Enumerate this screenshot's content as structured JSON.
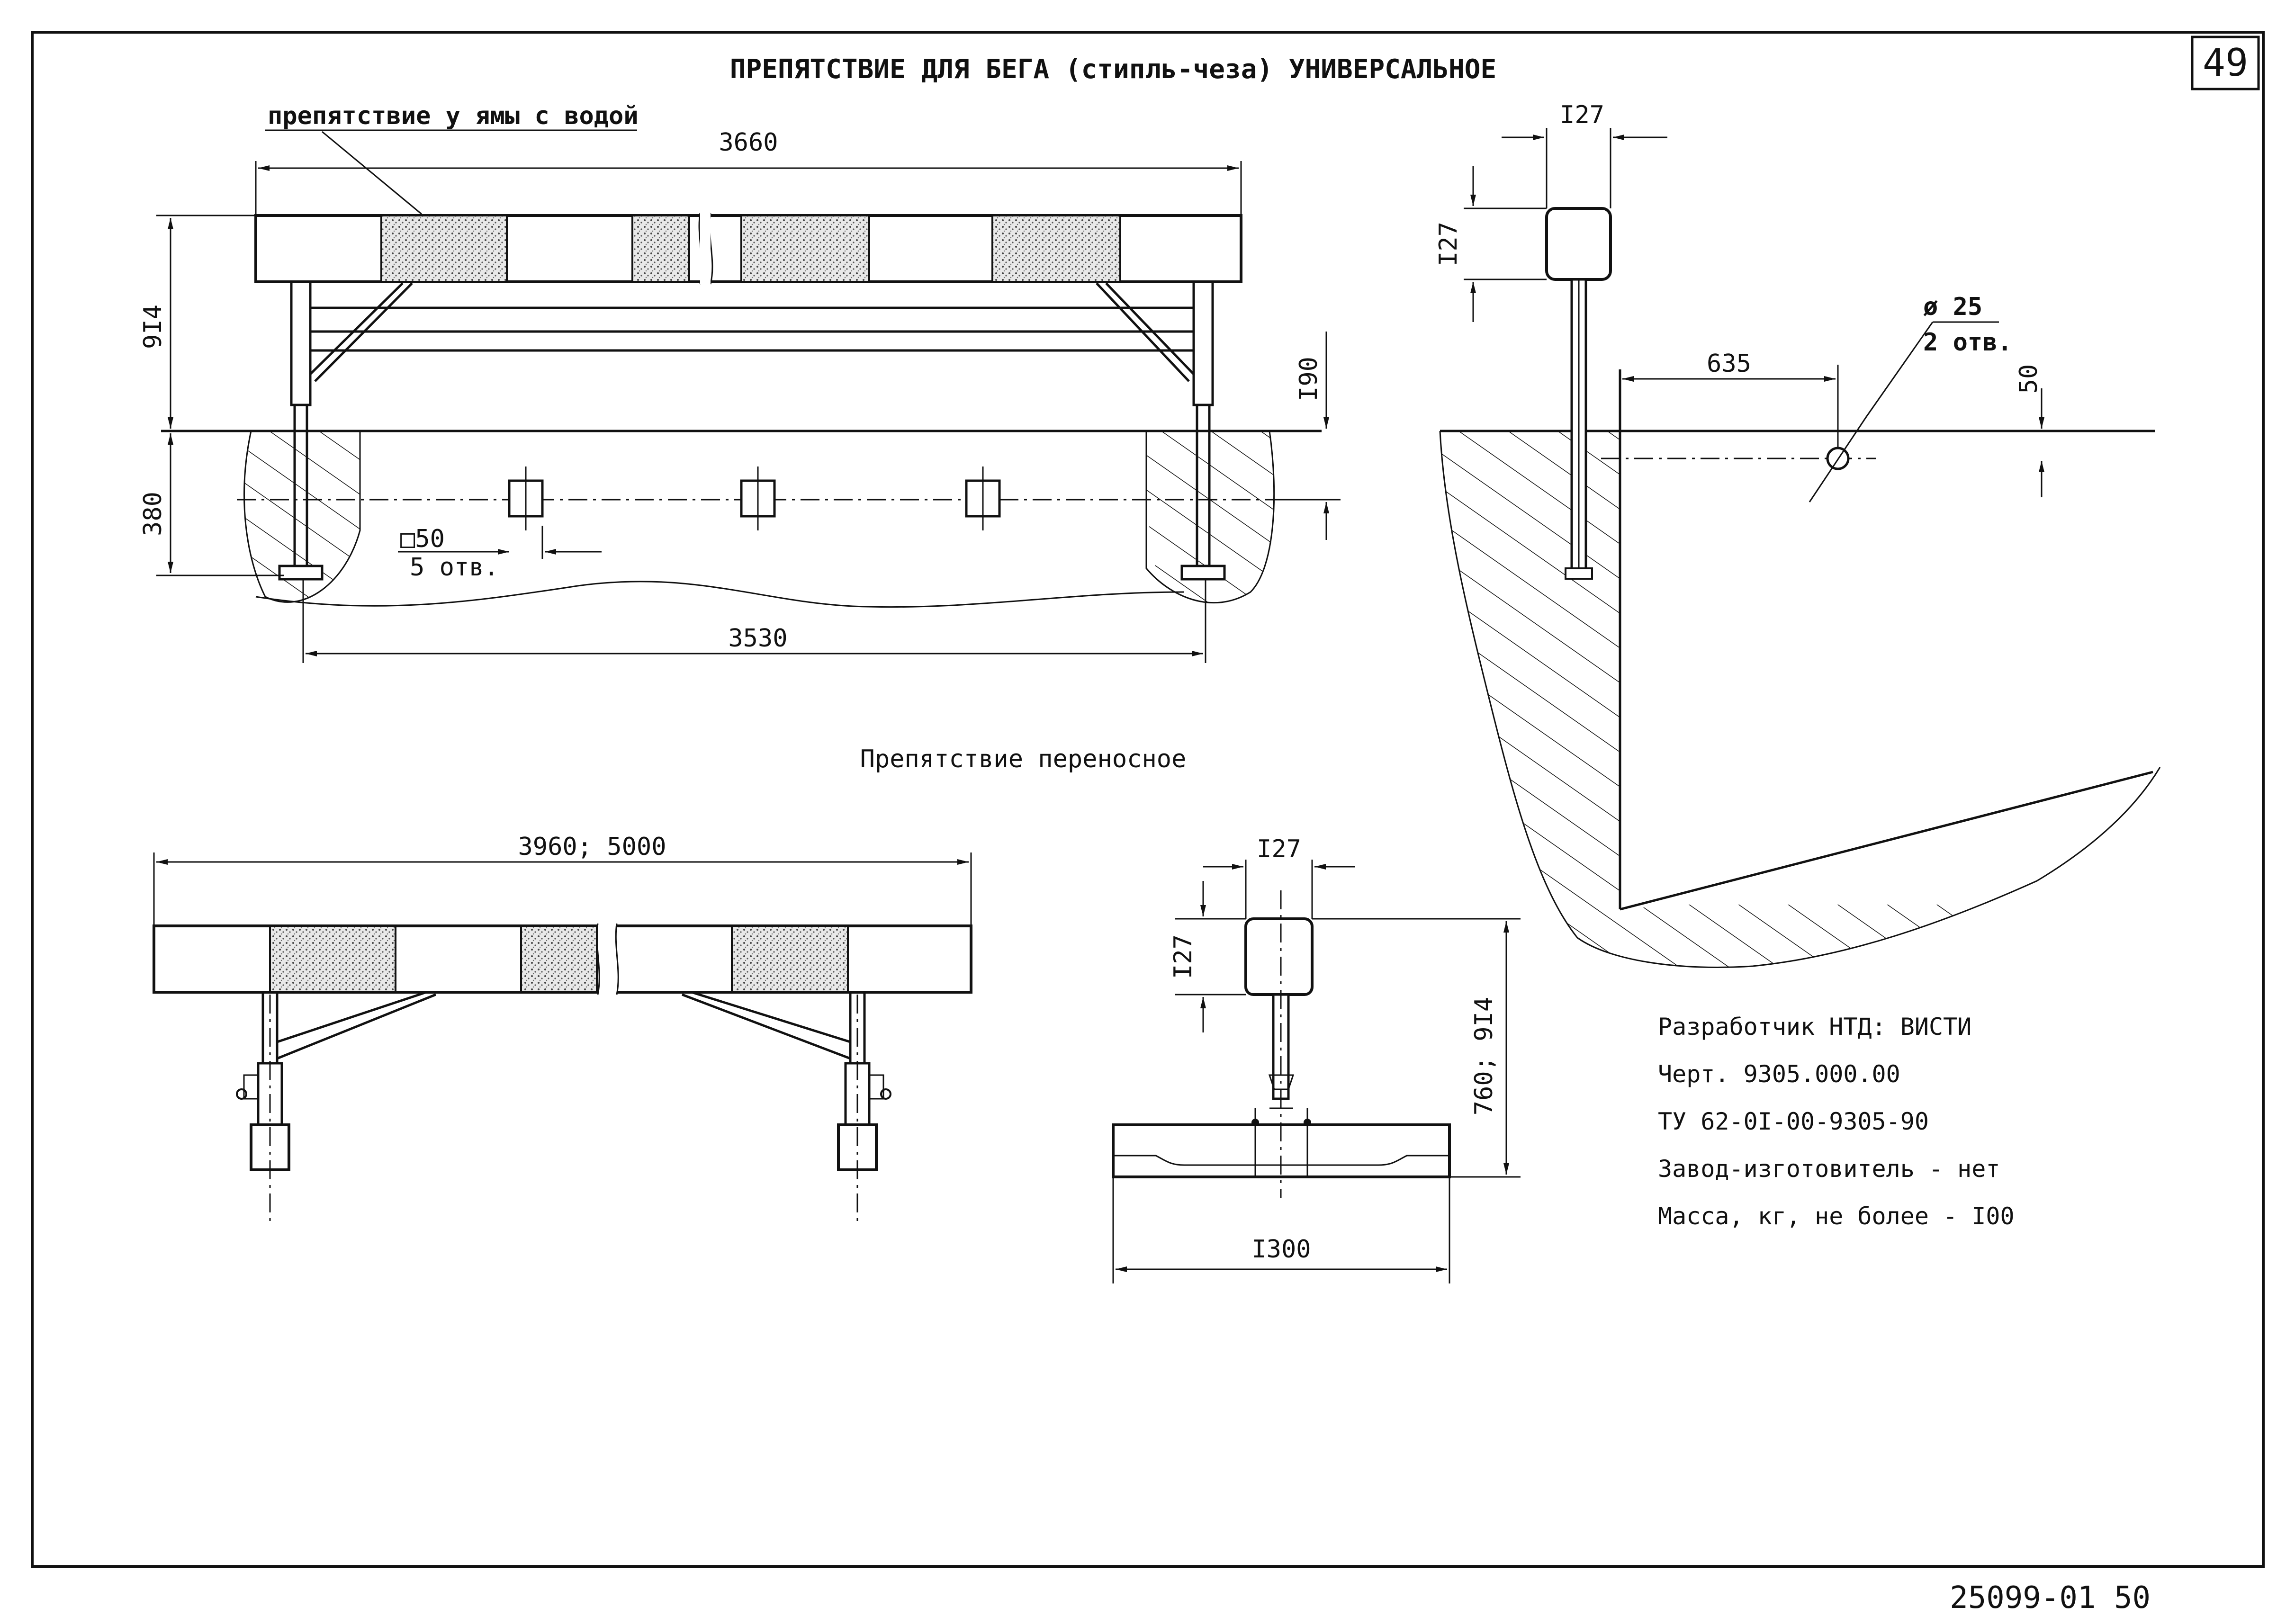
{
  "sheet": {
    "page_number": "49",
    "title": "ПРЕПЯТСТВИЕ ДЛЯ БЕГА (стипль-чеза) УНИВЕРСАЛЬНОЕ",
    "footer_code": "25099-01 50"
  },
  "fixed_view": {
    "callout": "препятствие у ямы с водой",
    "dim_total_length": "3660",
    "dim_height": "9I4",
    "dim_depth": "380",
    "dim_holes_height": "I90",
    "dim_post_spacing": "3530",
    "holes_label_size": "□50",
    "holes_label_count": "5 отв."
  },
  "pit_section": {
    "dim_width": "I27",
    "dim_height": "I27",
    "dim_offset": "635",
    "hole_diameter": "ø 25",
    "hole_count": "2 отв.",
    "dim_hole_depth": "50"
  },
  "portable_view": {
    "subtitle": "Препятствие переносное",
    "dim_length": "3960; 5000"
  },
  "portable_section": {
    "dim_width": "I27",
    "dim_height": "I27",
    "dim_total_height": "760; 9I4",
    "dim_base_width": "I300"
  },
  "spec": {
    "developer": "Разработчик НТД: ВИСТИ",
    "drawing_number": "Черт. 9305.000.00",
    "tu": "ТУ 62-0I-00-9305-90",
    "manufacturer": "Завод-изготовитель - нет",
    "mass": "Масса, кг, не более - I00"
  }
}
